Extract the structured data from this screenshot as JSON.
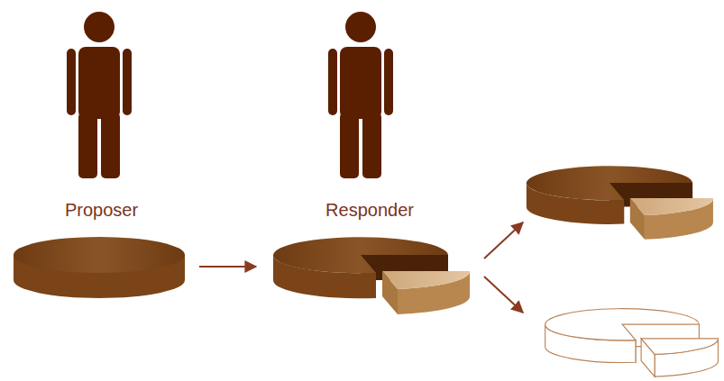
{
  "diagram": {
    "nodes": [
      {
        "text": [
          "Proposer"
        ]
      },
      {
        "text": [
          "Responder"
        ]
      }
    ],
    "edges": [
      {
        "from": 0,
        "to": 1,
        "arrow": "to"
      }
    ]
  }
}
